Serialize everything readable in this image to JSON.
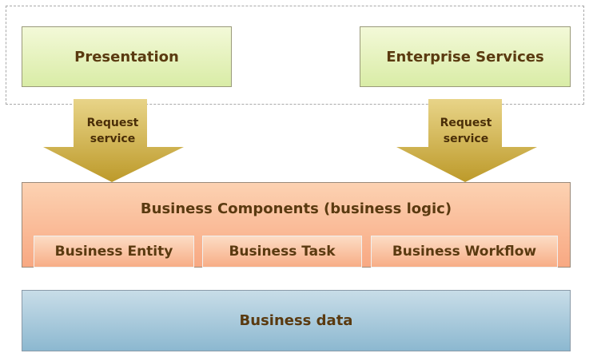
{
  "top_group": {
    "presentation_label": "Presentation",
    "enterprise_label": "Enterprise Services"
  },
  "arrows": {
    "left_line1": "Request",
    "left_line2": "service",
    "right_line1": "Request",
    "right_line2": "service"
  },
  "components": {
    "title": "Business Components (business logic)",
    "entity_label": "Business Entity",
    "task_label": "Business Task",
    "workflow_label": "Business Workflow"
  },
  "data_layer": {
    "label": "Business data"
  },
  "colors": {
    "text": "#5a3a10",
    "arrow": "#c8a83c",
    "green_box": "#e3f0b8",
    "components_box": "#f9b896",
    "data_box": "#a9c9dc"
  }
}
